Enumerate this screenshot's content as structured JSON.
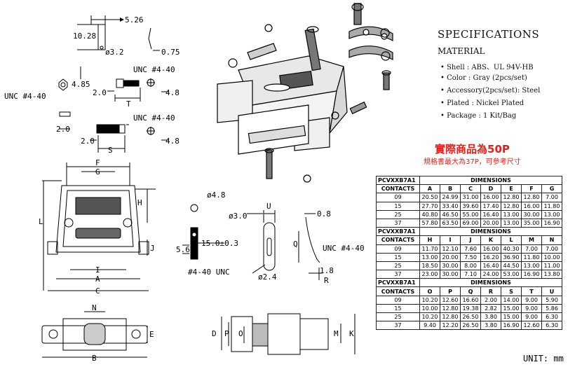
{
  "specs": {
    "title": "SPECIFICATIONS",
    "material": "MATERIAL",
    "items": [
      "• Shell : ABS、UL 94V-HB",
      "• Color : Gray (2pcs/set)",
      "• Accessory(2pcs/set): Steel",
      "• Plated : Nickel Plated",
      "• Package : 1 Kit/Bag"
    ]
  },
  "notice": {
    "line1": "實際商品為50P",
    "line2": "規格書最大為37P，可參考尺寸"
  },
  "unit": "UNIT: mm",
  "drawing_labels": {
    "w526": "5.26",
    "w1028": "10.28",
    "d32": "ø3.2",
    "w075": "0.75",
    "unc1": "UNC #4-40",
    "w485": "4.85",
    "unc_left": "UNC #4-40",
    "w20a": "2.0",
    "T": "T",
    "w48a": "4.8",
    "w20b": "2.0",
    "unc2": "UNC #4-40",
    "w20c": "2.0",
    "S": "S",
    "w48b": "4.8",
    "F": "F",
    "G": "G",
    "H": "H",
    "L": "L",
    "J": "J",
    "I": "I",
    "A": "A",
    "C": "C",
    "N": "N",
    "E": "E",
    "B": "B",
    "d48": "ø4.8",
    "w150": "15.0±0.3",
    "w56": "5.6",
    "unc3": "#4-40 UNC",
    "d30": "ø3.0",
    "U": "U",
    "d24": "ø2.4",
    "w08": "0.8",
    "Q": "Q",
    "unc4": "UNC #4-40",
    "w18": "1.8",
    "R": "R",
    "D": "D",
    "P": "P",
    "O": "O",
    "M": "M",
    "K": "K"
  },
  "table": {
    "code": "PCVXXB7A1",
    "dims_title": "DIMENSIONS",
    "row_header": "CONTACTS",
    "blocks": [
      {
        "cols": [
          "A",
          "B",
          "C",
          "D",
          "E",
          "F",
          "G"
        ],
        "rows": [
          [
            "09",
            "20.50",
            "24.99",
            "31.00",
            "16.00",
            "12.80",
            "12.80",
            "7.00"
          ],
          [
            "15",
            "27.70",
            "33.40",
            "39.60",
            "17.40",
            "12.80",
            "16.00",
            "11.80"
          ],
          [
            "25",
            "40.80",
            "46.50",
            "55.00",
            "16.40",
            "13.00",
            "30.00",
            "13.00"
          ],
          [
            "37",
            "57.80",
            "63.50",
            "69.00",
            "20.00",
            "13.00",
            "35.00",
            "16.90"
          ]
        ]
      },
      {
        "cols": [
          "H",
          "I",
          "J",
          "K",
          "L",
          "M",
          "N"
        ],
        "rows": [
          [
            "09",
            "11.70",
            "12.10",
            "7.60",
            "16.00",
            "40.30",
            "7.00",
            "7.00"
          ],
          [
            "15",
            "13.00",
            "20.00",
            "7.50",
            "16.20",
            "36.90",
            "11.80",
            "10.00"
          ],
          [
            "25",
            "18.50",
            "30.00",
            "8.00",
            "16.40",
            "44.50",
            "13.00",
            "11.00"
          ],
          [
            "37",
            "23.00",
            "30.00",
            "7.10",
            "24.00",
            "53.00",
            "16.90",
            "13.80"
          ]
        ]
      },
      {
        "cols": [
          "O",
          "P",
          "Q",
          "R",
          "S",
          "T",
          "U"
        ],
        "rows": [
          [
            "09",
            "10.20",
            "12.60",
            "16.60",
            "2.00",
            "14.00",
            "9.00",
            "5.90"
          ],
          [
            "15",
            "10.00",
            "12.80",
            "19.38",
            "2.82",
            "15.00",
            "9.00",
            "5.86"
          ],
          [
            "25",
            "10.20",
            "12.80",
            "26.50",
            "3.80",
            "15.00",
            "9.00",
            "6.30"
          ],
          [
            "37",
            "9.40",
            "12.20",
            "26.50",
            "3.80",
            "16.90",
            "12.60",
            "6.30"
          ]
        ]
      }
    ]
  }
}
